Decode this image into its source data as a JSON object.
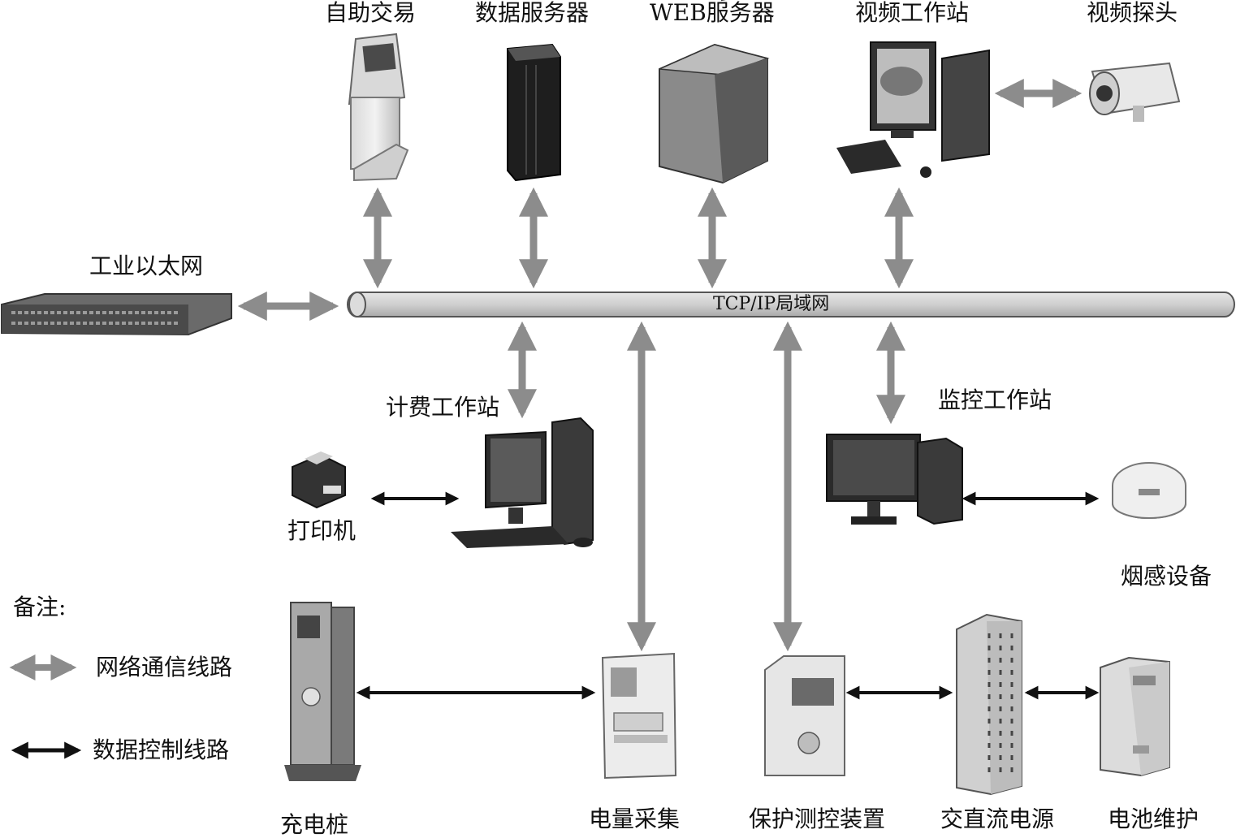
{
  "bus": {
    "label": "TCP/IP局域网"
  },
  "devices": {
    "kiosk": "自助交易",
    "data_server": "数据服务器",
    "web_server": "WEB服务器",
    "video_workstation": "视频工作站",
    "video_camera": "视频探头",
    "ethernet_switch": "工业以太网",
    "billing_workstation": "计费工作站",
    "printer": "打印机",
    "monitor_workstation": "监控工作站",
    "smoke_detector": "烟感设备",
    "charging_pile": "充电桩",
    "energy_meter": "电量采集",
    "protection_device": "保护测控装置",
    "acdc_power": "交直流电源",
    "battery_maintenance": "电池维护"
  },
  "legend": {
    "title": "备注:",
    "network_line": "网络通信线路",
    "control_line": "数据控制线路"
  },
  "colors": {
    "network_arrow": "#8c8c8c",
    "control_arrow": "#111111",
    "bus_fill": "#cfcfcf"
  }
}
